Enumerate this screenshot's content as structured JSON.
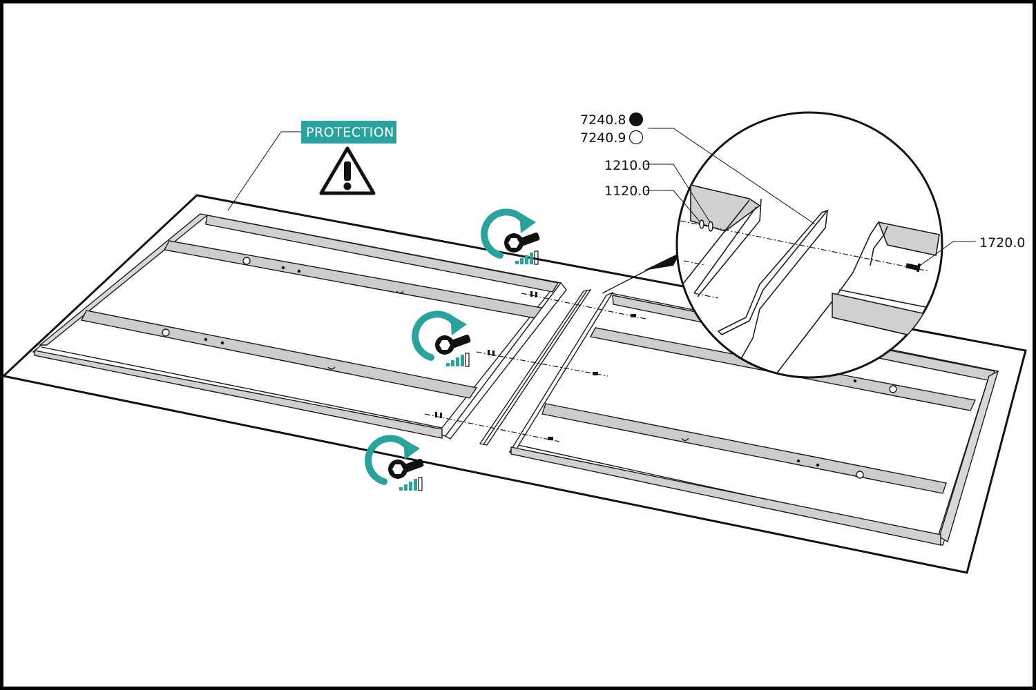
{
  "protection": {
    "label": "PROTECTION",
    "color": "#2aa39e",
    "warning_icon": "warning-triangle-icon"
  },
  "torque_icon": {
    "name": "torque-wrench-icon",
    "color": "#2aa39e",
    "count": 3
  },
  "parts": {
    "p7240_8": "7240.8",
    "p7240_9": "7240.9",
    "p1210_0": "1210.0",
    "p1120_0": "1120.0",
    "p1720_0": "1720.0"
  },
  "colors": {
    "line": "#1a1a1a",
    "rail_fill": "#cfcfcf",
    "accent": "#2aa39e"
  }
}
